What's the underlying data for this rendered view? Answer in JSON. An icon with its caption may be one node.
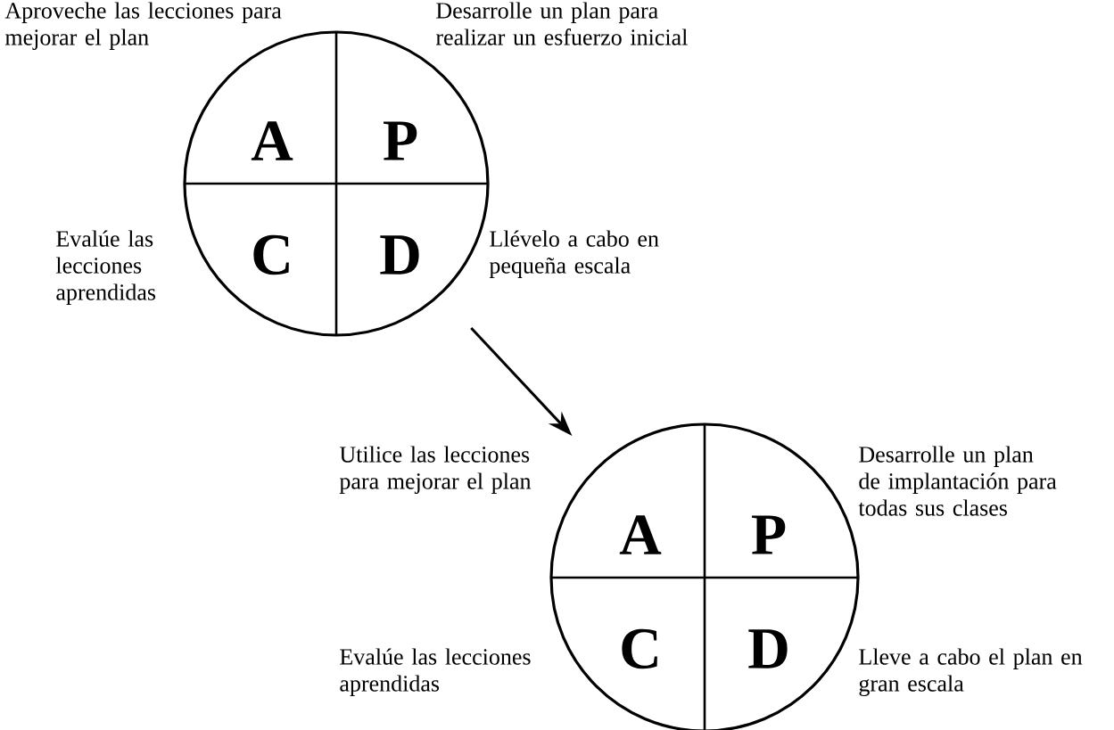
{
  "diagram": {
    "nodes": [
      {
        "text": [
          "A",
          "P",
          "C",
          "D"
        ],
        "beside": [
          "Aproveche las lecciones para mejorar el plan",
          "Desarrolle un plan para realizar un esfuerzo inicial",
          "Evalúe las lecciones aprendidas",
          "Llévelo a cabo en pequeña escala"
        ]
      },
      {
        "text": [
          "A",
          "P",
          "C",
          "D"
        ],
        "beside": [
          "Utilice las lecciones para mejorar el plan",
          "Desarrolle un plan de implantación para todas sus clases",
          "Evalúe las lecciones aprendidas",
          "Lleve a cabo el plan en gran escala"
        ]
      }
    ],
    "edges": [
      {
        "from": 0,
        "to": 1,
        "arrow": "to"
      }
    ]
  }
}
